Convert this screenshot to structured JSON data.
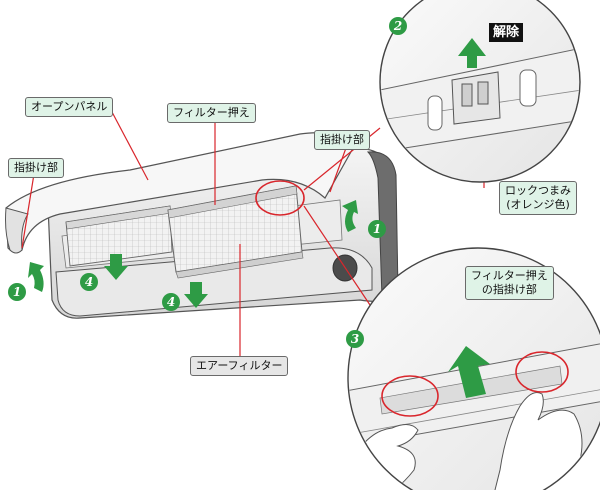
{
  "labels": {
    "open_panel": "オープンパネル",
    "filter_holder": "フィルター押え",
    "finger_grip_left": "指掛け部",
    "finger_grip_right": "指掛け部",
    "lock_knob_line1": "ロックつまみ",
    "lock_knob_line2": "(オレンジ色)",
    "release": "解除",
    "filter_holder_grip_line1": "フィルター押え",
    "filter_holder_grip_line2": "の指掛け部",
    "air_filter": "エアーフィルター"
  },
  "steps": {
    "s1_left": "1",
    "s1_right": "1",
    "s2": "2",
    "s3": "3",
    "s4_left": "4",
    "s4_center": "4"
  },
  "colors": {
    "label_bg": "#dff3e7",
    "arrow_green": "#2e9b45",
    "callout_red": "#d9262c",
    "outline": "#555555"
  }
}
